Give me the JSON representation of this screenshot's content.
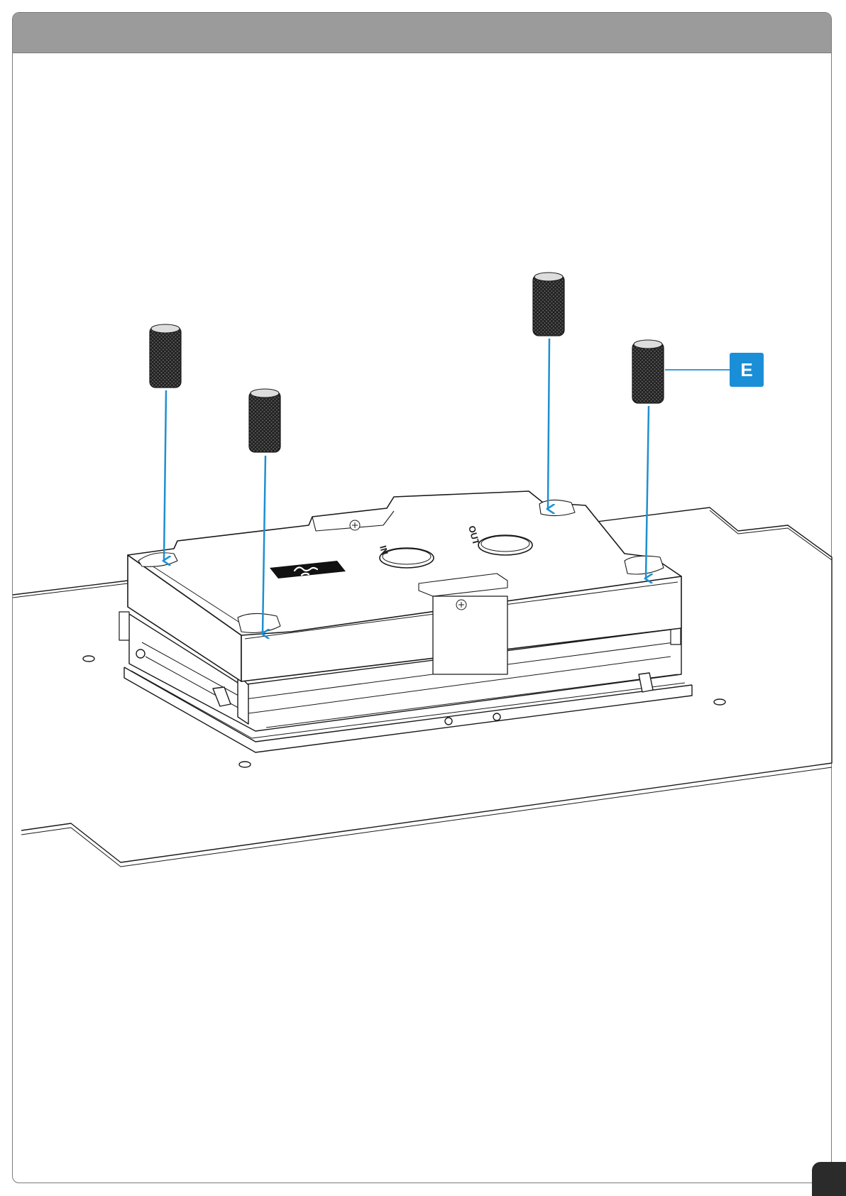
{
  "colors": {
    "header_bar": "#9b9b9b",
    "arrow": "#1e8fd0",
    "callout": "#1a8fd8",
    "page_tab": "#2b2b2b",
    "line": "#1a1a1a"
  },
  "block": {
    "port_in_label": "IN",
    "port_out_label": "OUT",
    "logo_icon": "ek-logo-icon"
  },
  "callout": {
    "label": "E"
  },
  "parts": {
    "standoff_count": 4,
    "standoff_icon": "knurled-standoff-icon"
  }
}
